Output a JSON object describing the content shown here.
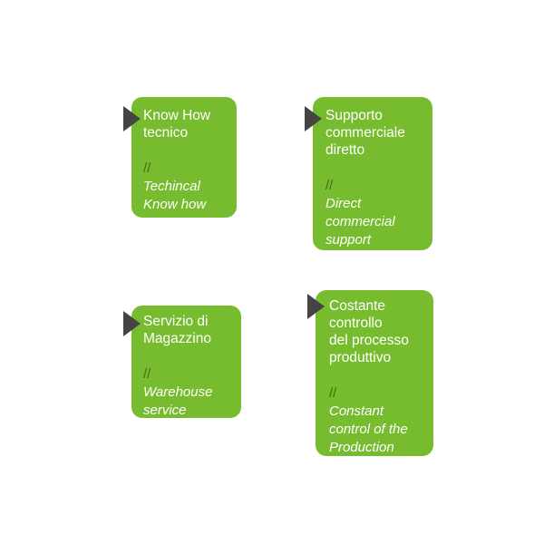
{
  "colors": {
    "card_background": "#77bb2f",
    "card_text": "#ffffff",
    "marker": "#444444",
    "slashes": "#3f6d10"
  },
  "cards": [
    {
      "title_lines": [
        "Know How",
        "tecnico"
      ],
      "slashes": "//",
      "subtitle_lines": [
        "Techincal",
        "Know how"
      ]
    },
    {
      "title_lines": [
        "Supporto",
        "commerciale",
        "diretto"
      ],
      "slashes": "//",
      "subtitle_lines": [
        "Direct",
        "commercial",
        "support"
      ]
    },
    {
      "title_lines": [
        "Servizio di",
        "Magazzino"
      ],
      "slashes": "//",
      "subtitle_lines": [
        "Warehouse",
        "service"
      ]
    },
    {
      "title_lines": [
        "Costante",
        "controllo",
        "del processo",
        "produttivo"
      ],
      "slashes": "//",
      "subtitle_lines": [
        "Constant",
        "control of the",
        "Production",
        "Process"
      ]
    }
  ]
}
